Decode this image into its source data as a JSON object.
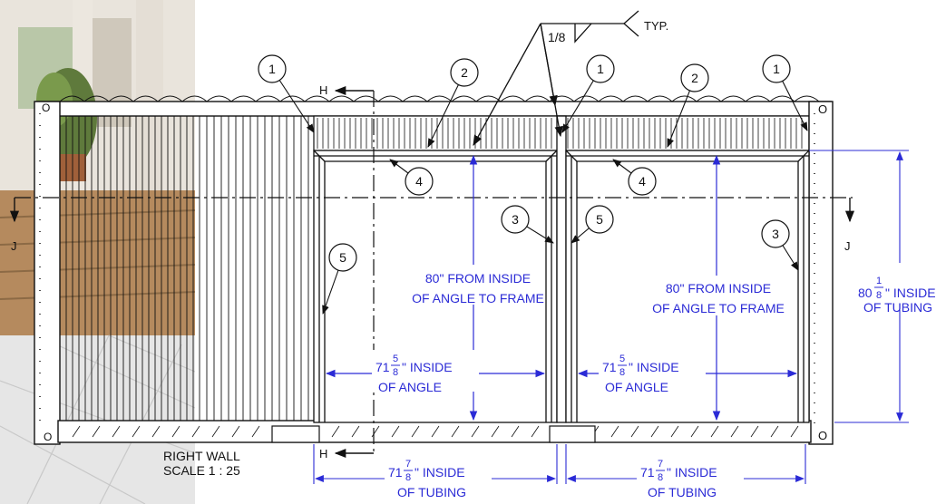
{
  "weld": {
    "size": "1/8",
    "note": "TYP."
  },
  "section_h": "H",
  "section_j": "J",
  "balloons": {
    "frame": "1",
    "roof_angle": "2",
    "side_angle": "3",
    "top_angle": "4",
    "left_angle": "5"
  },
  "dims": {
    "height_angle_l1": "80\" FROM INSIDE",
    "height_angle_l2": "OF ANGLE TO FRAME",
    "height_tubing_whole": "80",
    "height_tubing_num": "1",
    "height_tubing_den": "8",
    "height_tubing_l1": "\" INSIDE",
    "height_tubing_l2": "OF TUBING",
    "width_angle_whole": "71",
    "width_angle_num": "5",
    "width_angle_den": "8",
    "width_angle_l1": "\" INSIDE",
    "width_angle_l2": "OF ANGLE",
    "width_tubing_whole": "71",
    "width_tubing_num": "7",
    "width_tubing_den": "8",
    "width_tubing_l1": "\" INSIDE",
    "width_tubing_l2": "OF TUBING"
  },
  "title": {
    "line1": "RIGHT WALL",
    "line2": "SCALE 1 : 25"
  },
  "corner_mark": "O",
  "colors": {
    "dimension": "#2b2bd6",
    "line": "#111111"
  }
}
